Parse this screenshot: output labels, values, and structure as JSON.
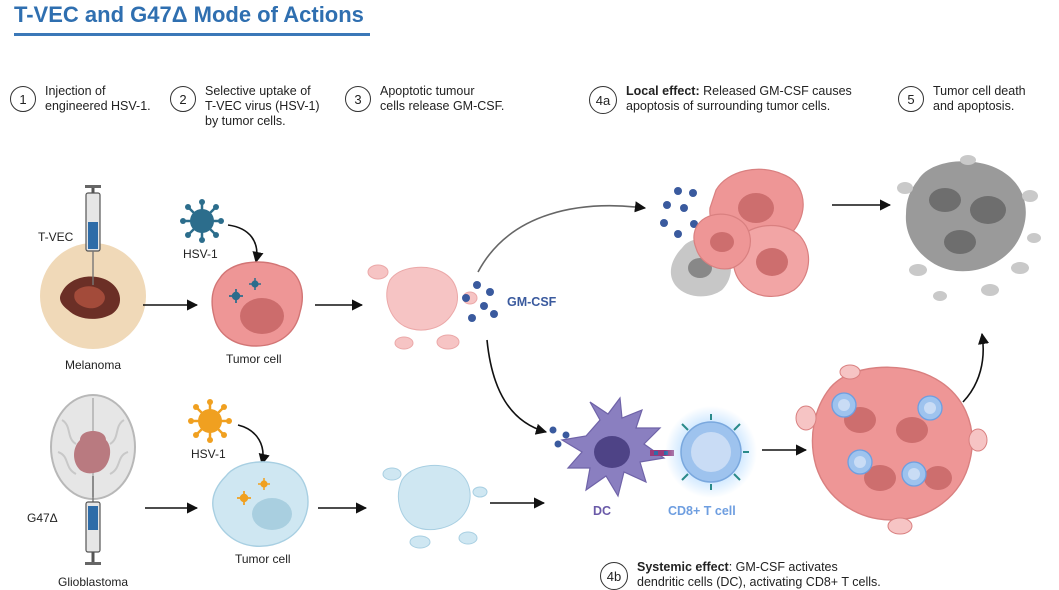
{
  "title": "T-VEC and G47Δ  Mode of Actions",
  "steps": [
    {
      "num": "1",
      "text": "Injection of\nengineered HSV-1."
    },
    {
      "num": "2",
      "text": "Selective uptake of\nT-VEC virus (HSV-1)\nby tumor cells."
    },
    {
      "num": "3",
      "text": "Apoptotic tumour\ncells release GM-CSF."
    },
    {
      "num": "4a",
      "bold": "Local effect:",
      "text": " Released GM-CSF causes\napoptosis of surrounding tumor cells."
    },
    {
      "num": "5",
      "text": "Tumor cell death\nand apoptosis."
    },
    {
      "num": "4b",
      "bold": "Systemic effect",
      "text": ": GM-CSF activates\ndendritic cells (DC), activating CD8+ T cells."
    }
  ],
  "labels": {
    "tvec": "T-VEC",
    "melanoma": "Melanoma",
    "g47": "G47Δ",
    "glioblastoma": "Glioblastoma",
    "hsv_top": "HSV-1",
    "hsv_bottom": "HSV-1",
    "tumor_top": "Tumor cell",
    "tumor_bottom": "Tumor cell",
    "gmcsf": "GM-CSF",
    "dc": "DC",
    "cd8": "CD8+ T cell"
  },
  "colors": {
    "title": "#2f6fb0",
    "tumor_pink": "#e98a8a",
    "tumor_pink_light": "#f6c4c4",
    "virus_teal": "#2c6d8c",
    "virus_orange": "#f0a020",
    "glio_cell_blue": "#cfe7f2",
    "dc_purple": "#8a7fc0",
    "tcell_blue": "#9ec3ee",
    "gmcsf_dot": "#3a5a9e",
    "dead_gray": "#7a7a7a"
  }
}
